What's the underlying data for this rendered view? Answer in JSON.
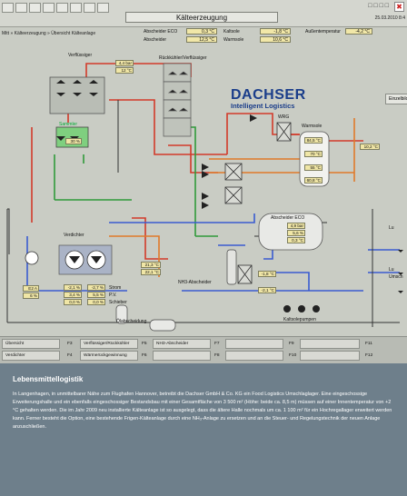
{
  "window": {
    "title": "Kälteerzeugung",
    "breadcrumb": "Mitt » Kälteerzeugung » Übersicht Kälteanlage",
    "clock": "25.03.2010 8:4"
  },
  "header_values": {
    "ecc_label": "Abscheider ECO",
    "ecc_value": "0,3 °C",
    "abscheider_label": "Abscheider",
    "abscheider_value": "12,5 °C",
    "kaltsole_label": "Kaltsole",
    "kaltsole_value": "-1,8 °C",
    "warmsole_label": "Warmsole",
    "warmsole_value": "10,6 °C",
    "aussen_label": "Außentemperatur",
    "aussen_value": "-4,2 °C"
  },
  "diagram": {
    "verflussiger_label": "Verflüssiger",
    "verflussiger_bar_1": "4,4 bar",
    "verflussiger_bar_2": "12 °C",
    "sammler_label": "Sammler",
    "sammler_value": "30 %",
    "ruckkuhler_label": "Rückkühler/Verflüssiger",
    "brand_name": "DACHSER",
    "brand_sub": "Intelligent Logistics",
    "einzelbild_button": "Einzelbild",
    "wrg_label": "WRG",
    "warmsole_label": "Warmsole",
    "warmsole_tank_values": [
      "84,5 °C",
      "70 °C",
      "55 °C",
      "60,8 °C"
    ],
    "warmsole_out_value": "10,2 °C",
    "abscheider_eco_label": "Abscheider ECO",
    "abscheider_eco_values": [
      "4,9 bar",
      "5,6 %",
      "0,3 °C"
    ],
    "verdichter_label": "Verdichter",
    "verdichter_values": [
      "-2,1 %",
      "-2,7 %",
      "3,4 %",
      "5,5 %",
      "0,0 %",
      "0,0 %"
    ],
    "verdichter_row_labels": [
      "Strom",
      "P.V.",
      "Schieber"
    ],
    "left_values": [
      "E2 A",
      "6 %"
    ],
    "mid_values": [
      "21,3 °C",
      "22,1 °C"
    ],
    "nh3_label": "NH3-Abscheider",
    "abscheider_side_values": [
      "-1,8 °C",
      "-2,1 °C"
    ],
    "kaltsole_pumps_label": "Kaltsolepumpen",
    "olabscheider_label": "Ölabscheidung",
    "right_edge_labels": [
      "Lu",
      "Lu",
      "Umsch"
    ]
  },
  "fkeys": {
    "row1": [
      {
        "label": "Übersicht",
        "num": "F3"
      },
      {
        "label": "Verflüssiger/Rückkühler",
        "num": "F5"
      },
      {
        "label": "NH3-Abscheider",
        "num": "F7"
      },
      {
        "label": "",
        "num": "F9"
      },
      {
        "label": "",
        "num": "F11"
      }
    ],
    "row2": [
      {
        "label": "Verdichter",
        "num": "F4"
      },
      {
        "label": "Wärmerückgewinnung",
        "num": "F6"
      },
      {
        "label": "",
        "num": "F8"
      },
      {
        "label": "",
        "num": "F10"
      },
      {
        "label": "",
        "num": "F12"
      }
    ]
  },
  "article": {
    "heading": "Lebensmittellogistik",
    "body": "In Langenhagen, in unmittelbarer Nähe zum Flughafen Hannover, betreibt die Dachser GmbH & Co. KG ein Food Logistics Umschlaglager. Eine eingeschossige Erweiterungshalle und ein ebenfalls eingeschossiger Bestandsbau mit einer Gesamtfläche von 3 500 m² (Höhe: beide ca. 8,5 m) müssen auf einer Innentemperatur von +2 °C gehalten werden. Die im Jahr 2009 neu installierte Kälteanlage ist so ausgelegt, dass die ältere Halle nochmals um ca. 1 100 m² für ein Hochregallager erweitert werden kann. Ferner besteht die Option, eine bestehende Frigen-Kälteanlage durch eine NH₃-Anlage zu ersetzen und an die Steuer- und Regelungstechnik der neuen Anlage anzuschließen."
  },
  "colors": {
    "background": "#c9ccc4",
    "pipe_red": "#d23a2a",
    "pipe_green": "#2f9a3a",
    "pipe_blue": "#3a5bd0",
    "pipe_orange": "#e07a2a",
    "value_box": "#f0e6a6",
    "brand": "#1a3d8a",
    "article_bg": "#6e7f8b"
  }
}
